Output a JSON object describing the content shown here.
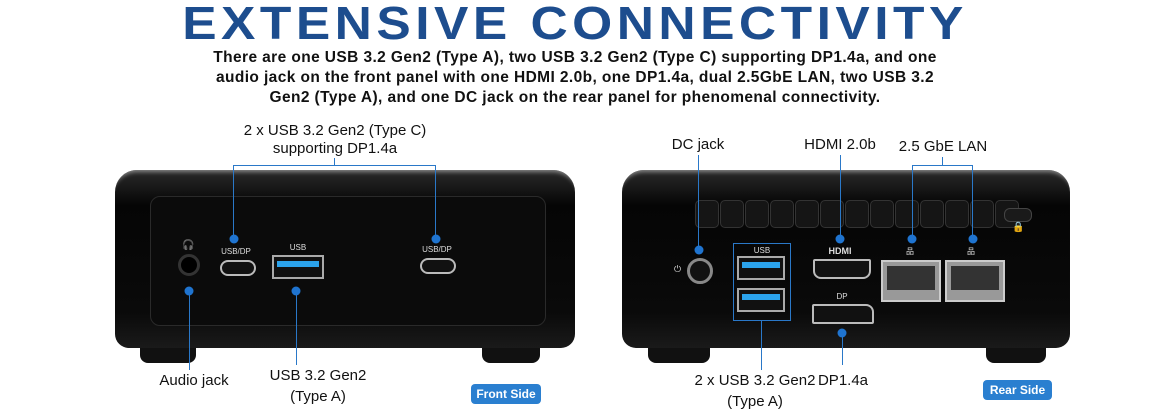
{
  "title": "EXTENSIVE CONNECTIVITY",
  "description": [
    "There are one USB 3.2 Gen2 (Type A), two USB 3.2 Gen2 (Type C) supporting DP1.4a, and one",
    "audio jack on the front panel with one HDMI 2.0b, one DP1.4a, dual 2.5GbE LAN, two USB 3.2",
    "Gen2 (Type A), and one DC jack on the rear panel for phenomenal connectivity."
  ],
  "front": {
    "callouts": {
      "usbc_line1": "2 x USB 3.2 Gen2 (Type C)",
      "usbc_line2": "supporting DP1.4a",
      "audio": "Audio jack",
      "usba_line1": "USB 3.2 Gen2",
      "usba_line2": "(Type A)"
    },
    "port_labels": {
      "usbdp": "USB/DP",
      "usb": "USB"
    },
    "badge": "Front Side"
  },
  "rear": {
    "callouts": {
      "dc": "DC jack",
      "hdmi": "HDMI 2.0b",
      "lan": "2.5 GbE LAN",
      "usb_line1": "2 x USB 3.2 Gen2",
      "usb_line2": "(Type A)",
      "dp": "DP1.4a"
    },
    "port_labels": {
      "usb": "USB",
      "hdmi": "HDMI",
      "dp": "DP"
    },
    "badge": "Rear Side"
  },
  "colors": {
    "title": "#1d4d8e",
    "accent": "#2a7fd0"
  }
}
